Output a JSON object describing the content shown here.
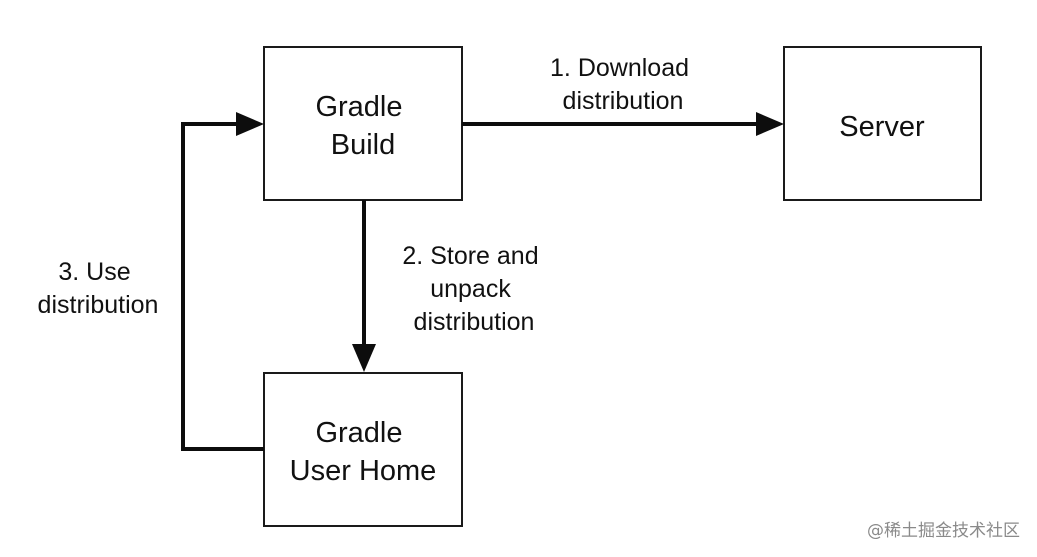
{
  "nodes": {
    "gradle_build": {
      "lines": [
        "Gradle",
        "Build"
      ]
    },
    "server": {
      "lines": [
        "Server"
      ]
    },
    "gradle_user_home": {
      "lines": [
        "Gradle",
        "User Home"
      ]
    }
  },
  "edges": {
    "download": {
      "lines": [
        "1. Download",
        "distribution"
      ]
    },
    "store": {
      "lines": [
        "2. Store and",
        "unpack",
        "distribution"
      ]
    },
    "use": {
      "lines": [
        "3. Use",
        "distribution"
      ]
    }
  },
  "watermark": "@稀土掘金技术社区",
  "colors": {
    "stroke": "#1a1a1a",
    "arrow": "#0d0d0d",
    "watermark": "#8a8a8a"
  }
}
